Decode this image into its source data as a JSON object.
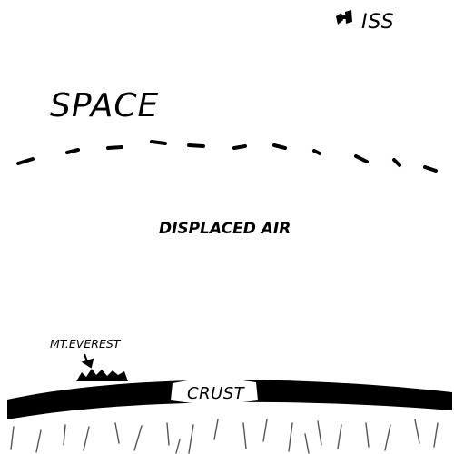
{
  "labels": {
    "space": "SPACE",
    "iss": "ISS",
    "displaced_air": "DISPLACED AIR",
    "everest": "MT.EVEREST",
    "crust": "CRUST"
  },
  "colors": {
    "ink": "#000000",
    "background": "#ffffff",
    "mantle_stroke": "#555555"
  },
  "icons": {
    "iss": "satellite-icon",
    "everest_pointer": "arrow-down-icon"
  }
}
